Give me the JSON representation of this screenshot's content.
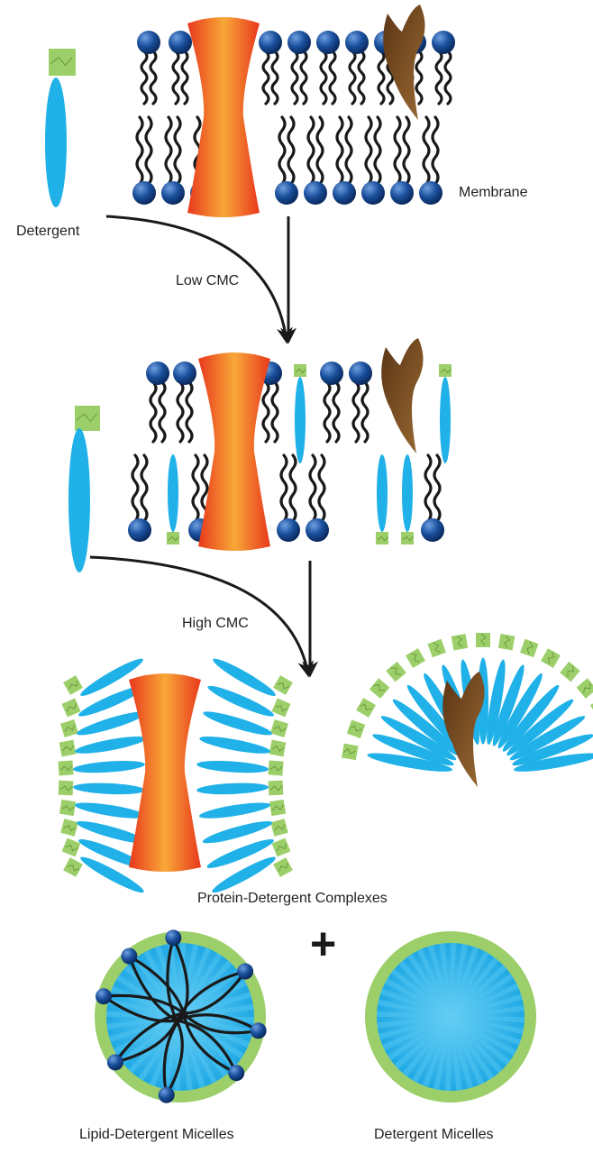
{
  "labels": {
    "membrane": "Membrane",
    "detergent": "Detergent",
    "low_cmc": "Low CMC",
    "high_cmc": "High CMC",
    "complexes": "Protein-Detergent Complexes",
    "plus": "+",
    "lipid_micelles": "Lipid-Detergent Micelles",
    "detergent_micelles": "Detergent Micelles"
  },
  "colors": {
    "lipid_head": "#1a4f9c",
    "lipid_tail": "#1a1a1a",
    "detergent_tail": "#1fb1e8",
    "detergent_head": "#9ccf6a",
    "channel_protein": "#ee4a1c",
    "peripheral_protein": "#7a4a1c",
    "arrow": "#1a1a1a"
  }
}
